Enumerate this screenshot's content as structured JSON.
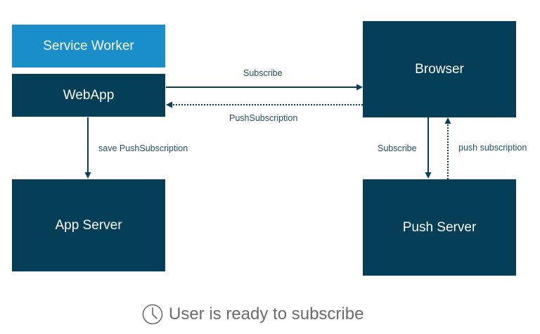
{
  "boxes": {
    "service_worker": "Service Worker",
    "webapp": "WebApp",
    "browser": "Browser",
    "app_server": "App Server",
    "push_server": "Push Server"
  },
  "arrows": {
    "subscribe_top": "Subscribe",
    "push_subscription_return": "PushSubscription",
    "save_push_subscription": "save PushSubscription",
    "subscribe_down": "Subscribe",
    "push_subscription_up": "push subscription"
  },
  "caption": {
    "icon": "clock-icon",
    "text": "User is ready to subscribe"
  },
  "colors": {
    "box_dark": "#053e57",
    "box_light": "#1a8ec9",
    "arrow": "#053e57",
    "caption_text": "#6b6b6b"
  }
}
